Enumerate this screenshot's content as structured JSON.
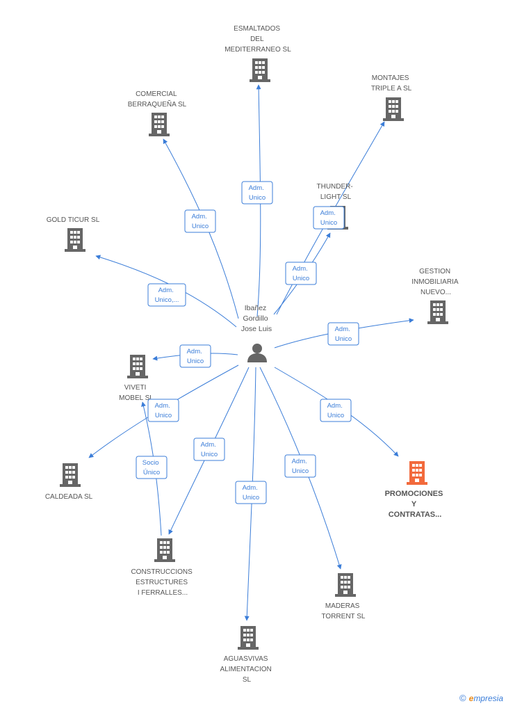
{
  "center": {
    "lines": [
      "Ibañez",
      "Gordillo",
      "Jose Luis"
    ]
  },
  "colors": {
    "edge": "#3b7dd8",
    "building": "#666666",
    "highlight": "#f26a3c"
  },
  "companies": [
    {
      "id": "esmaltados",
      "lines": [
        "ESMALTADOS",
        "DEL",
        "MEDITERRANEO SL"
      ],
      "highlight": false
    },
    {
      "id": "montajes",
      "lines": [
        "MONTAJES",
        "TRIPLE A SL"
      ],
      "highlight": false
    },
    {
      "id": "comercial",
      "lines": [
        "COMERCIAL",
        "BERRAQUEÑA SL"
      ],
      "highlight": false
    },
    {
      "id": "thunder",
      "lines": [
        "THUNDER-",
        "LIGHT SL"
      ],
      "highlight": false
    },
    {
      "id": "goldticur",
      "lines": [
        "GOLD TICUR SL"
      ],
      "highlight": false
    },
    {
      "id": "gestion",
      "lines": [
        "GESTION",
        "INMOBILIARIA",
        "NUEVO..."
      ],
      "highlight": false
    },
    {
      "id": "viveti",
      "lines": [
        "VIVETI",
        "MOBEL SL"
      ],
      "highlight": false
    },
    {
      "id": "caldeada",
      "lines": [
        "CALDEADA SL"
      ],
      "highlight": false
    },
    {
      "id": "promociones",
      "lines": [
        "PROMOCIONES",
        "Y",
        "CONTRATAS..."
      ],
      "highlight": true
    },
    {
      "id": "construccions",
      "lines": [
        "CONSTRUCCIONS",
        "ESTRUCTURES",
        "I FERRALLES..."
      ],
      "highlight": false
    },
    {
      "id": "maderas",
      "lines": [
        "MADERAS",
        "TORRENT SL"
      ],
      "highlight": false
    },
    {
      "id": "aguasvivas",
      "lines": [
        "AGUASVIVAS",
        "ALIMENTACION",
        "SL"
      ],
      "highlight": false
    }
  ],
  "edges": [
    {
      "id": "e-esmaltados",
      "lines": [
        "Adm.",
        "Unico"
      ]
    },
    {
      "id": "e-comercial",
      "lines": [
        "Adm.",
        "Unico"
      ]
    },
    {
      "id": "e-thunder",
      "lines": [
        "Adm.",
        "Unico"
      ]
    },
    {
      "id": "e-montajes",
      "lines": [
        "Adm.",
        "Unico"
      ]
    },
    {
      "id": "e-goldticur",
      "lines": [
        "Adm.",
        "Unico,..."
      ]
    },
    {
      "id": "e-gestion",
      "lines": [
        "Adm.",
        "Unico"
      ]
    },
    {
      "id": "e-viveti",
      "lines": [
        "Adm.",
        "Unico"
      ]
    },
    {
      "id": "e-caldeada",
      "lines": [
        "Adm.",
        "Unico"
      ]
    },
    {
      "id": "e-promociones",
      "lines": [
        "Adm.",
        "Unico"
      ]
    },
    {
      "id": "e-construccions",
      "lines": [
        "Adm.",
        "Unico"
      ]
    },
    {
      "id": "e-socio",
      "lines": [
        "Socio",
        "Único"
      ]
    },
    {
      "id": "e-maderas",
      "lines": [
        "Adm.",
        "Unico"
      ]
    },
    {
      "id": "e-aguasvivas",
      "lines": [
        "Adm.",
        "Unico"
      ]
    }
  ],
  "brand": {
    "copyright": "©",
    "first": "e",
    "rest": "mpresia"
  }
}
